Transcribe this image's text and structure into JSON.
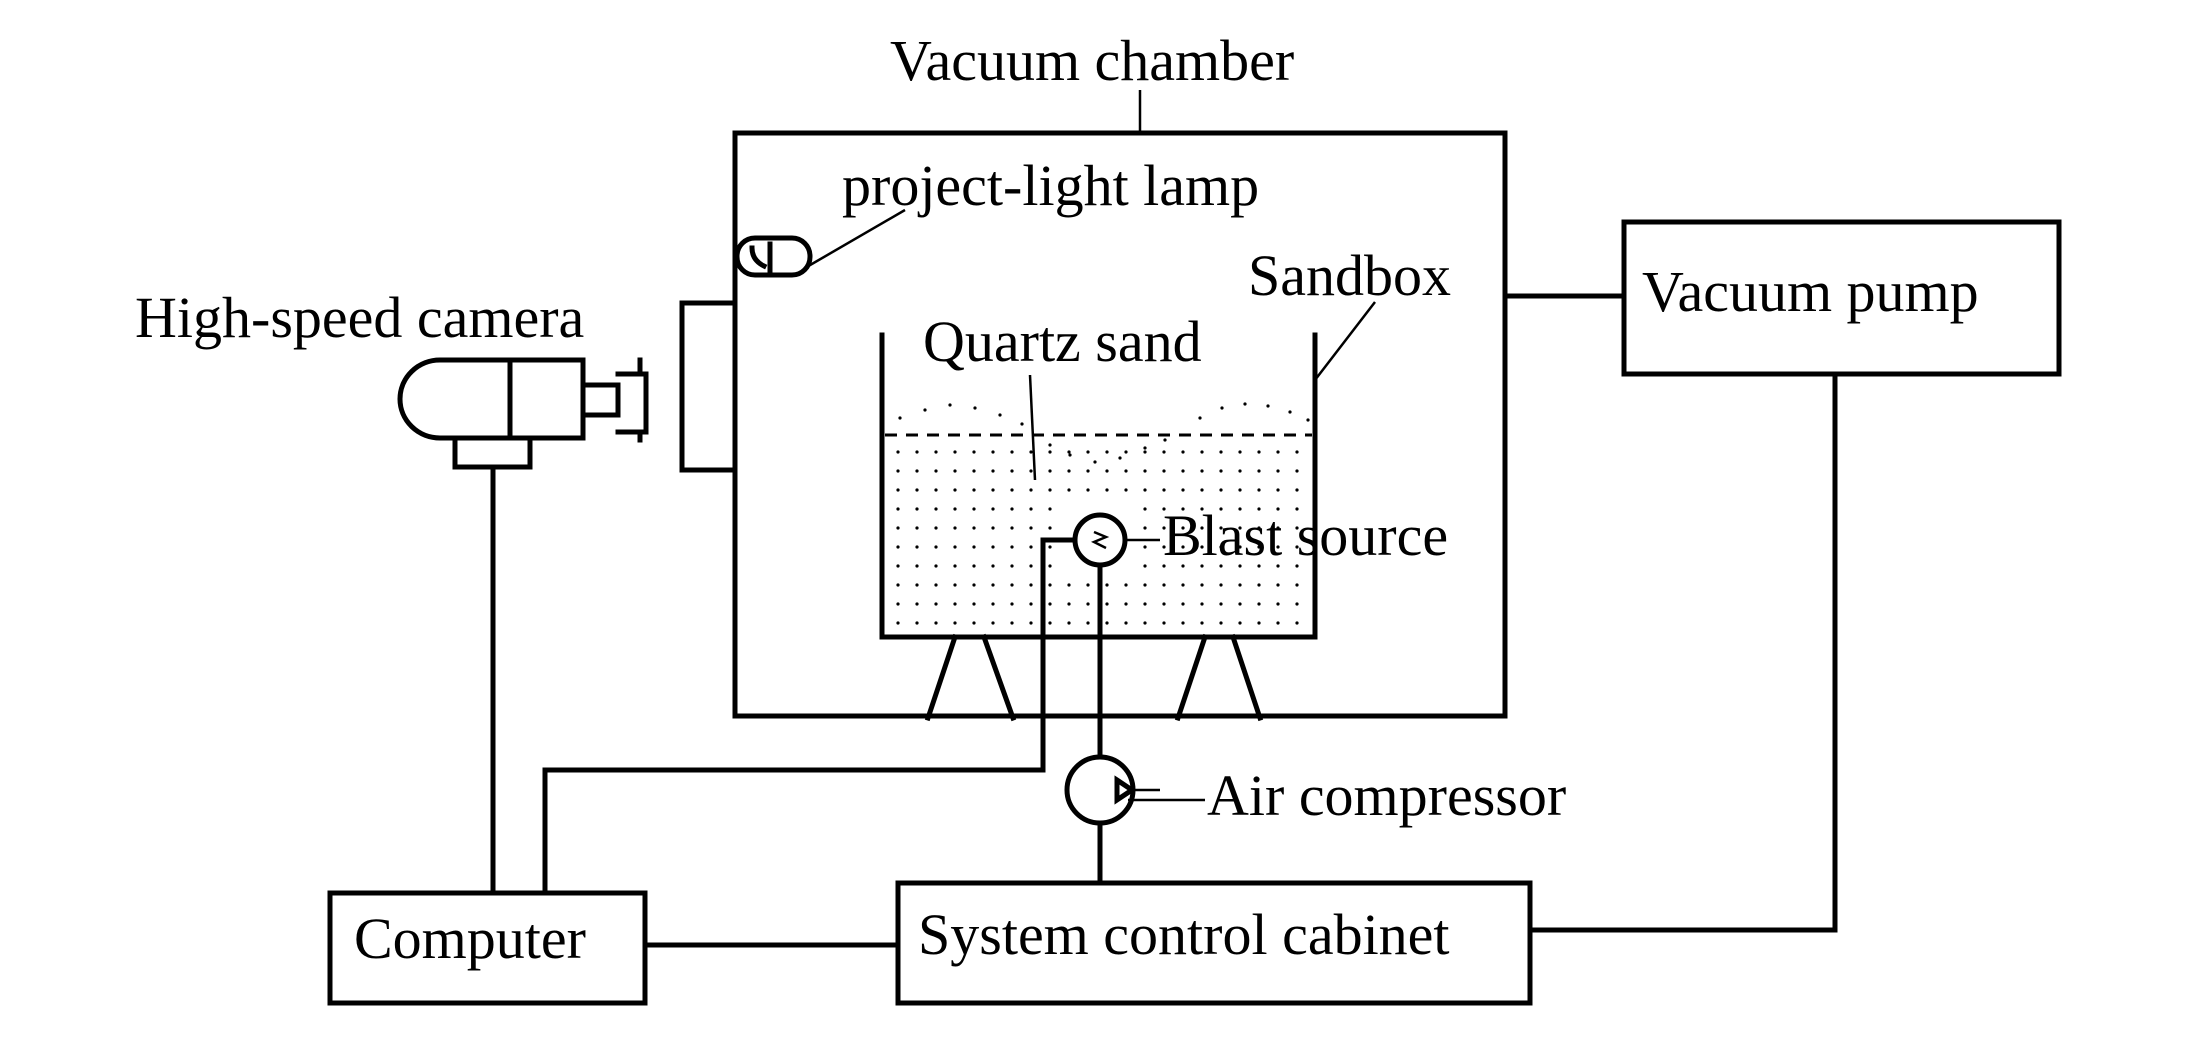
{
  "labels": {
    "vacuum_chamber": "Vacuum chamber",
    "lamp": "project-light lamp",
    "sandbox": "Sandbox",
    "camera": "High-speed camera",
    "quartz_sand": "Quartz sand",
    "blast_source": "Blast source",
    "vacuum_pump": "Vacuum pump",
    "air_compressor": "Air compressor",
    "computer": "Computer",
    "control_cabinet": "System control cabinet"
  },
  "icons": [
    "lamp-icon",
    "camera-icon",
    "blast-source-icon",
    "air-compressor-icon"
  ],
  "colors": {
    "line": "#000000",
    "background": "#ffffff"
  }
}
